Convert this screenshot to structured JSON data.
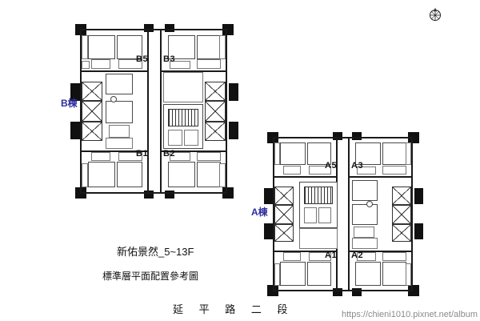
{
  "document": {
    "caption_line1": "新佑景然_5~13F",
    "caption_line2": "標準層平面配置參考圖",
    "road_label": "延 平 路 二 段",
    "watermark": "https://chieni1010.pixnet.net/album"
  },
  "towers": [
    {
      "id": "B",
      "label": "B棟",
      "units": [
        "B5",
        "B3",
        "B1",
        "B2"
      ]
    },
    {
      "id": "A",
      "label": "A棟",
      "units": [
        "A5",
        "A3",
        "A1",
        "A2"
      ]
    }
  ],
  "unit_labels": {
    "b5": "B5",
    "b3": "B3",
    "b1": "B1",
    "b2": "B2",
    "a5": "A5",
    "a3": "A3",
    "a1": "A1",
    "a2": "A2"
  },
  "icons": {
    "compass": "compass-north-icon"
  },
  "colors": {
    "ink": "#111111",
    "tower_label": "#2d2d9e",
    "watermark": "#8a8a8a",
    "paper": "#ffffff"
  }
}
